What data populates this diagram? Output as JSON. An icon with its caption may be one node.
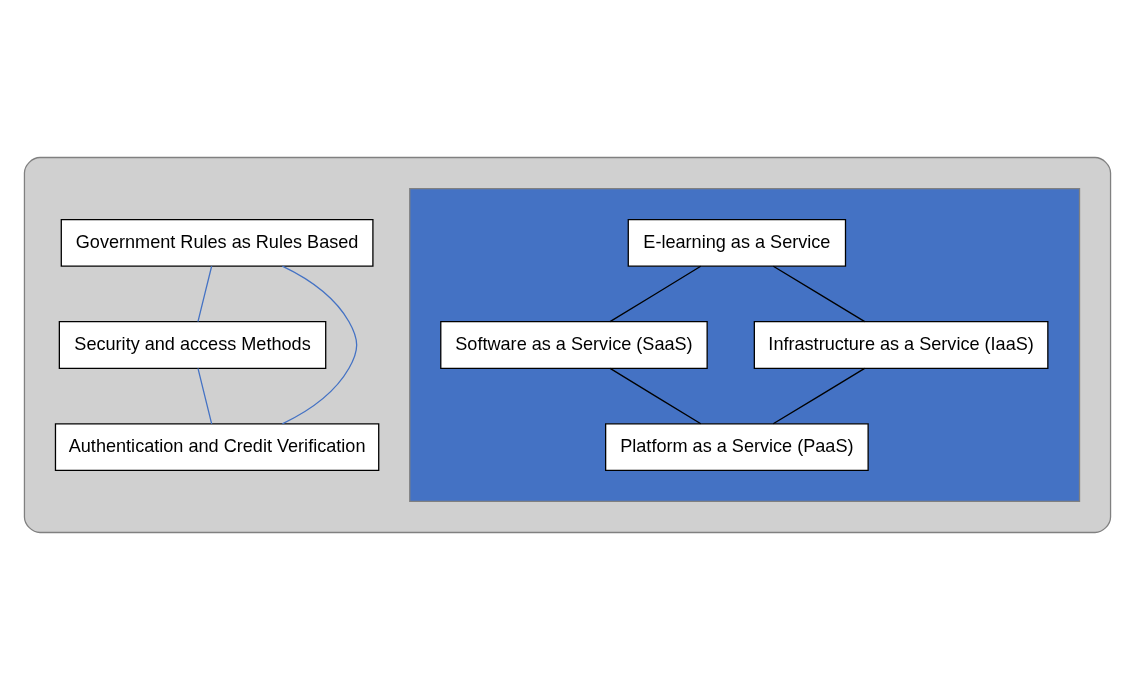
{
  "diagram": {
    "nodes": [
      {
        "text": [],
        "shape": "box"
      },
      {
        "text": [
          "Government Rules as Rules Based"
        ],
        "in": 0
      },
      {
        "text": [
          "Authentication and Credit Verification"
        ],
        "in": 0
      },
      {
        "text": [],
        "shape": "ellipse",
        "in": 0
      },
      {
        "text": [
          "E-learning as a Service"
        ],
        "in": 3
      },
      {
        "text": [
          "Software as a Service (SaaS)"
        ],
        "in": 3
      },
      {
        "text": [
          "Infrastructure as a Service (IaaS)"
        ],
        "in": 3
      },
      {
        "text": [
          "Platform as a Service (PaaS)"
        ],
        "in": 3
      },
      {
        "text": [
          "Security and access Methods"
        ],
        "in": 0
      }
    ],
    "edges": [
      {
        "from": 2,
        "to": 1,
        "arrow": "none",
        "color": "#4472c4"
      },
      {
        "from": 1,
        "to": 8,
        "arrow": "none",
        "color": "#4472c4"
      },
      {
        "from": 8,
        "to": 2,
        "arrow": "none",
        "color": "#4472c4"
      },
      {
        "from": 4,
        "to": 5,
        "arrow": "none"
      },
      {
        "from": 4,
        "to": 6,
        "arrow": "none"
      },
      {
        "from": 5,
        "to": 7,
        "arrow": "none"
      },
      {
        "from": 6,
        "to": 7,
        "arrow": "none"
      }
    ]
  }
}
